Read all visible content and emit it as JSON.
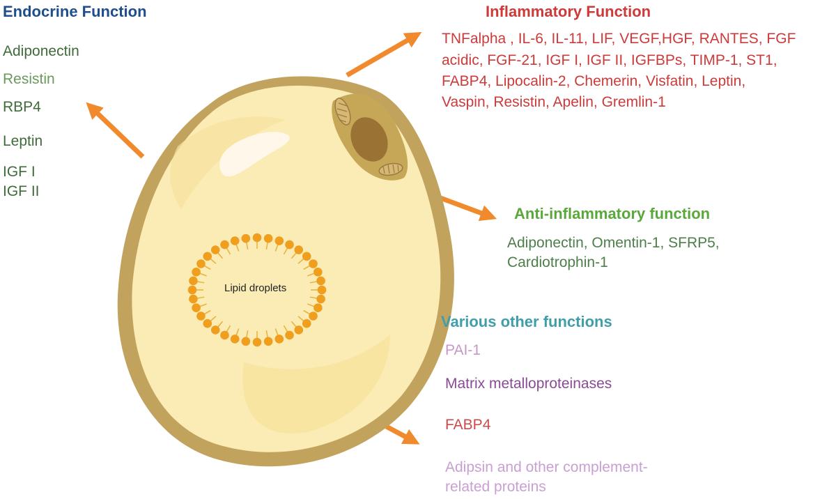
{
  "colors": {
    "endocrine_heading": "#1f4e8c",
    "endocrine_item": "#3f6b3a",
    "resistin": "#6a9a5c",
    "inflammatory": "#cc3a3a",
    "anti_inflammatory_heading": "#5aa83c",
    "anti_inflammatory_item": "#4c7f4a",
    "various_heading": "#3f9eaa",
    "pai1": "#c896c8",
    "mmp": "#8a4a96",
    "fabp4": "#cc4a4a",
    "adipsin": "#c8a0d2",
    "arrow": "#f08a2c",
    "cell_membrane": "#c2a35e",
    "cytoplasm": "#faecb4",
    "nucleus": "#9a7234",
    "lipid_head": "#ef9e1e"
  },
  "endocrine": {
    "heading": "Endocrine Function",
    "items": [
      "Adiponectin",
      "Resistin",
      "RBP4",
      "Leptin",
      "IGF I",
      "IGF II"
    ]
  },
  "inflammatory": {
    "heading": "Inflammatory Function",
    "lines": [
      "TNFalpha , IL-6, IL-11, LIF, VEGF,HGF, RANTES, FGF",
      "acidic, FGF-21, IGF I, IGF II, IGFBPs, TIMP-1, ST1,",
      "FABP4, Lipocalin-2, Chemerin, Visfatin, Leptin,",
      "Vaspin, Resistin, Apelin, Gremlin-1"
    ]
  },
  "anti_inflammatory": {
    "heading": "Anti-inflammatory function",
    "lines": [
      "Adiponectin, Omentin-1, SFRP5,",
      "Cardiotrophin-1"
    ]
  },
  "various": {
    "heading": "Various other functions",
    "pai1": "PAI-1",
    "mmp": "Matrix metalloproteinases",
    "fabp4": "FABP4",
    "adipsin_lines": [
      "Adipsin and other complement-",
      "related proteins"
    ]
  },
  "cell": {
    "lipid_label": "Lipid droplets"
  }
}
